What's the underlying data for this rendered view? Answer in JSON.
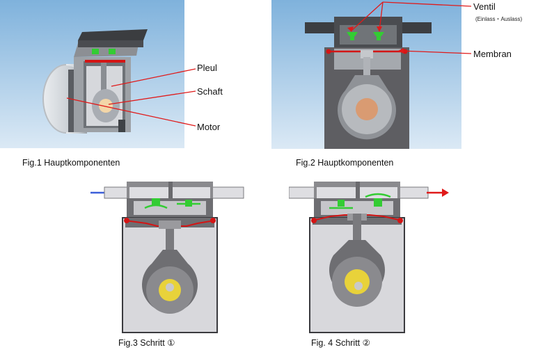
{
  "fig1": {
    "caption": "Fig.1 Hauptkomponenten",
    "labels": {
      "pleul": "Pleul",
      "schaft": "Schaft",
      "motor": "Motor"
    }
  },
  "fig2": {
    "caption": "Fig.2 Hauptkomponenten",
    "labels": {
      "ventil": "Ventil",
      "ventil_sub": "(Einlass・Auslass)",
      "membran": "Membran"
    }
  },
  "fig3": {
    "caption": "Fig.3 Schritt ①"
  },
  "fig4": {
    "caption": "Fig. 4 Schritt ②"
  },
  "colors": {
    "sky_top": "#7fb2dc",
    "sky_bottom": "#d8e8f4",
    "housing_dark": "#5e5e62",
    "housing_light": "#d8d8dc",
    "valve_green": "#33cc33",
    "seal_red": "#d41515",
    "gear_yellow": "#e8d23a",
    "bearing_copper": "#d99b72",
    "arrow_blue": "#3b5fd9",
    "arrow_red": "#e01a1a"
  }
}
